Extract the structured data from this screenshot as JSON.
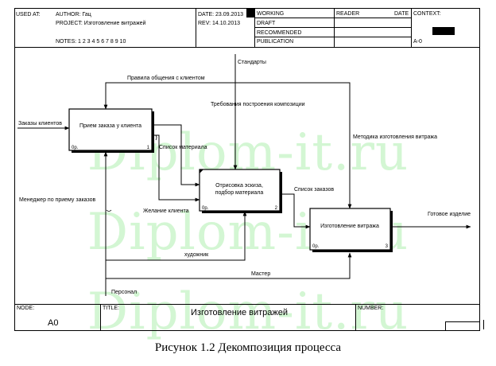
{
  "header": {
    "used_at": "USED AT:",
    "author": "AUTHOR: Гац",
    "project": "PROJECT:  Изготовление витражей",
    "date": "DATE: 23.09.2013",
    "rev": "REV:   14.10.2013",
    "notes": "NOTES:  1  2  3  4  5  6  7  8  9  10",
    "working": "WORKING",
    "draft": "DRAFT",
    "recommended": "RECOMMENDED",
    "publication": "PUBLICATION",
    "reader": "READER",
    "reader_date": "DATE",
    "context": "CONTEXT:",
    "node_id": "A-0"
  },
  "boxes": [
    {
      "title": "Прием заказа у клиента",
      "cost": "0р.",
      "number": "1"
    },
    {
      "title_line1": "Отрисовка эскиза,",
      "title_line2": "подбор материала",
      "cost": "0р.",
      "number": "2"
    },
    {
      "title": "Изготовление витража",
      "cost": "0р.",
      "number": "3"
    }
  ],
  "arrows": {
    "standards": "Стандарты",
    "client_rules": "Правила общения с клиентом",
    "composition": "Требования построения композиции",
    "orders": "Заказы клиентов",
    "materials_list": "Список материала",
    "method": "Методика изготовления витража",
    "order_list": "Список заказов",
    "manager": "Менеджер по приему заказов",
    "client_wish": "Желание клиента",
    "product": "Готовое изделие",
    "artist": "художник",
    "master": "Мастер",
    "staff": "Персонал"
  },
  "footer": {
    "node_label": "NODE:",
    "node_value": "A0",
    "title_label": "TITLE:",
    "title_value": "Изготовление витражей",
    "number_label": "NUMBER:"
  },
  "watermark": "Diplom-it.ru",
  "caption": "Рисунок 1.2 Декомпозиция процесса"
}
